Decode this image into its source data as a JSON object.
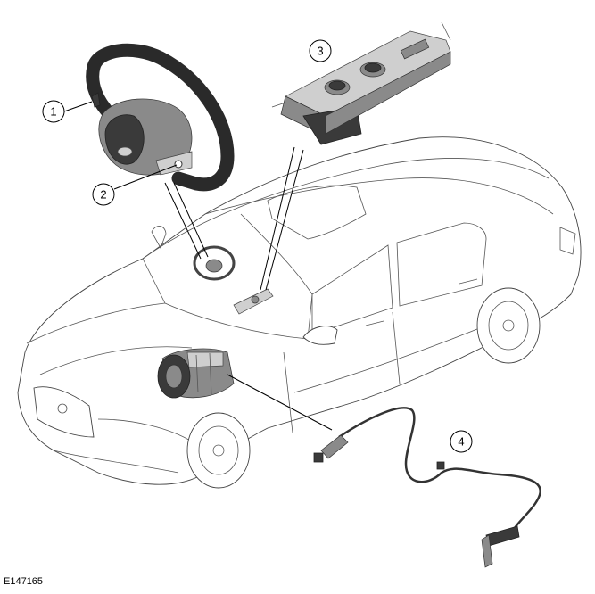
{
  "figure_id": "E147165",
  "callouts": [
    {
      "id": "1",
      "label": "1"
    },
    {
      "id": "2",
      "label": "2"
    },
    {
      "id": "3",
      "label": "3"
    },
    {
      "id": "4",
      "label": "4"
    }
  ],
  "colors": {
    "line": "#444444",
    "component_dark": "#3a3a3a",
    "component_mid": "#8a8a8a",
    "background": "#ffffff"
  }
}
